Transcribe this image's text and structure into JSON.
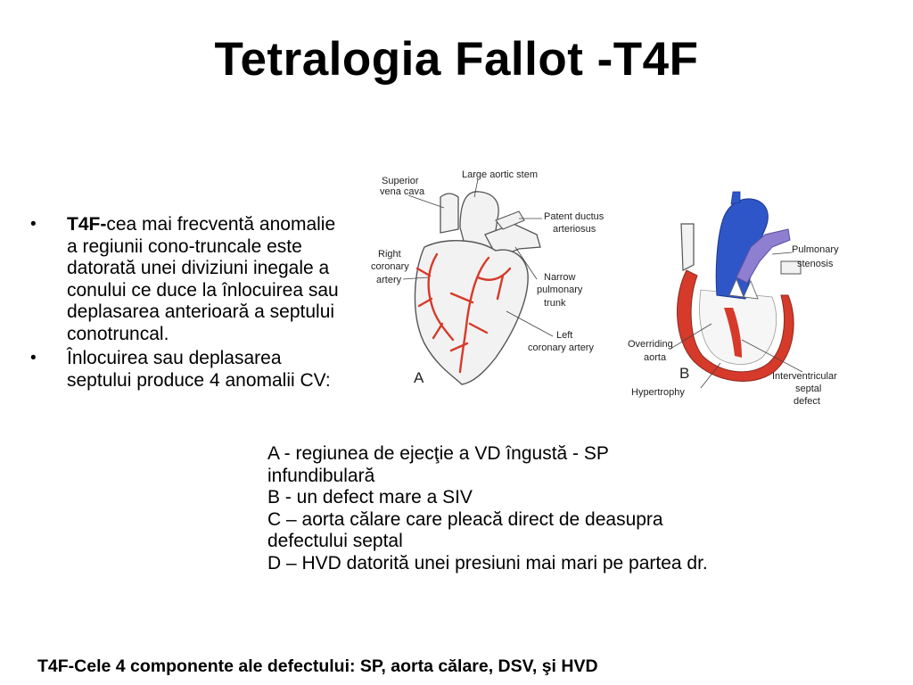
{
  "title": "Tetralogia Fallot -T4F",
  "bullets": [
    {
      "bold": "T4F-",
      "text": "cea mai frecventă anomalie a regiunii cono-truncale este datorată unei diviziuni inegale a conului ce duce la înlocuirea sau deplasarea anterioară a septului conotruncal."
    },
    {
      "bold": "",
      "text": "Înlocuirea sau deplasarea septului produce 4 anomalii CV:"
    }
  ],
  "figure": {
    "labels": {
      "superior_vena_cava_1": "Superior",
      "superior_vena_cava_2": "vena cava",
      "large_aortic_stem": "Large aortic stem",
      "patent_ductus_1": "Patent ductus",
      "patent_ductus_2": "arteriosus",
      "right_coronary_1": "Right",
      "right_coronary_2": "coronary",
      "right_coronary_3": "artery",
      "narrow_pulmonary_1": "Narrow",
      "narrow_pulmonary_2": "pulmonary",
      "narrow_pulmonary_3": "trunk",
      "left_coronary_1": "Left",
      "left_coronary_2": "coronary artery",
      "panel_a": "A",
      "overriding_aorta_1": "Overriding",
      "overriding_aorta_2": "aorta",
      "panel_b": "B",
      "hypertrophy": "Hypertrophy",
      "pulmonary_stenosis_1": "Pulmonary",
      "pulmonary_stenosis_2": "stenosis",
      "ventricular_defect_1": "Interventricular",
      "ventricular_defect_2": "septal",
      "ventricular_defect_3": "defect"
    },
    "colors": {
      "blood_red": "#d63a2a",
      "blood_blue": "#2f56c8",
      "stenosis_violet": "#8e7fd0",
      "outline": "#555555",
      "heart_fill": "#f2f2f2"
    }
  },
  "anomalies": [
    "A - regiunea de ejecţie a VD îngustă - SP",
    "infundibulară",
    "B -  un defect mare a SIV",
    "C – aorta călare care pleacă direct de deasupra",
    "defectului septal",
    "D – HVD datorită unei presiuni mai mari pe partea dr."
  ],
  "footer": "T4F-Cele 4 componente ale defectului: SP, aorta călare, DSV, şi HVD"
}
